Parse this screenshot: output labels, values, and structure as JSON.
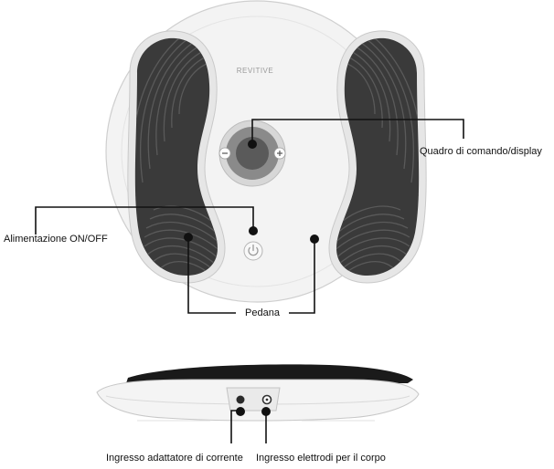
{
  "device": {
    "brand": "REVITIVE"
  },
  "labels": {
    "display": "Quadro di comando/display",
    "power": "Alimentazione ON/OFF",
    "pad": "Pedana",
    "adapter_input": "Ingresso adattatore di corrente",
    "electrode_input": "Ingresso elettrodi per il corpo"
  },
  "colors": {
    "body": "#f2f2f2",
    "foot_pad": "#3a3a3a",
    "groove": "#595959",
    "dial_outer": "#8a8a8a",
    "dial_center": "#5a5a5a",
    "leader_line": "#111111"
  },
  "icons": {
    "power": "power-icon",
    "minus": "minus-icon",
    "plus": "plus-icon"
  }
}
